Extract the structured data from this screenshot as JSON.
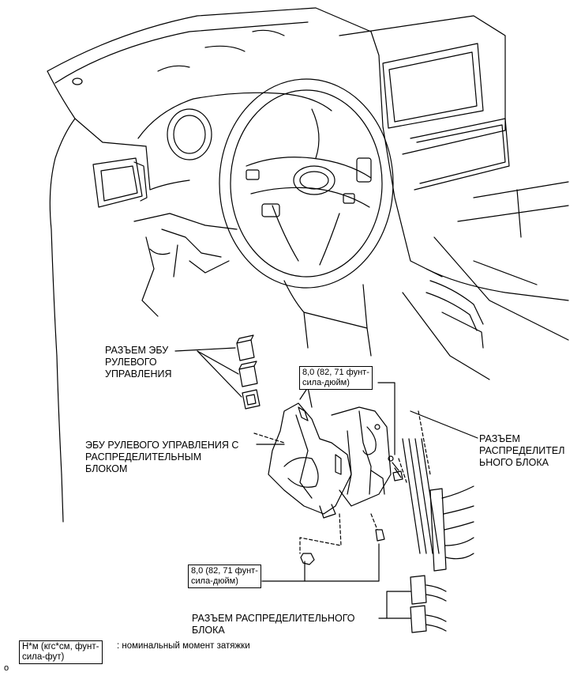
{
  "labels": {
    "connector_ecu": [
      "РАЗЪЕМ ЭБУ",
      "РУЛЕВОГО",
      "УПРАВЛЕНИЯ"
    ],
    "ecu_with_block": [
      "ЭБУ РУЛЕВОГО УПРАВЛЕНИЯ С",
      "РАСПРЕДЕЛИТЕЛЬНЫМ",
      "БЛОКОМ"
    ],
    "connector_block_right": [
      "РАЗЪЕМ",
      "РАСПРЕДЕЛИТЕЛ",
      "ЬНОГО БЛОКА"
    ],
    "connector_block_bottom": [
      "РАЗЪЕМ РАСПРЕДЕЛИТЕЛЬНОГО",
      "БЛОКА"
    ]
  },
  "torque_boxes": [
    [
      "8,0 (82, 71 фунт-",
      "сила-дюйм)"
    ],
    [
      "8,0 (82, 71 фунт-",
      "сила-дюйм)"
    ]
  ],
  "legend": {
    "box": [
      "Н*м (кгс*см, фунт-",
      "сила-фут)"
    ],
    "text": ": номинальный момент затяжки"
  },
  "corner_mark": "o"
}
